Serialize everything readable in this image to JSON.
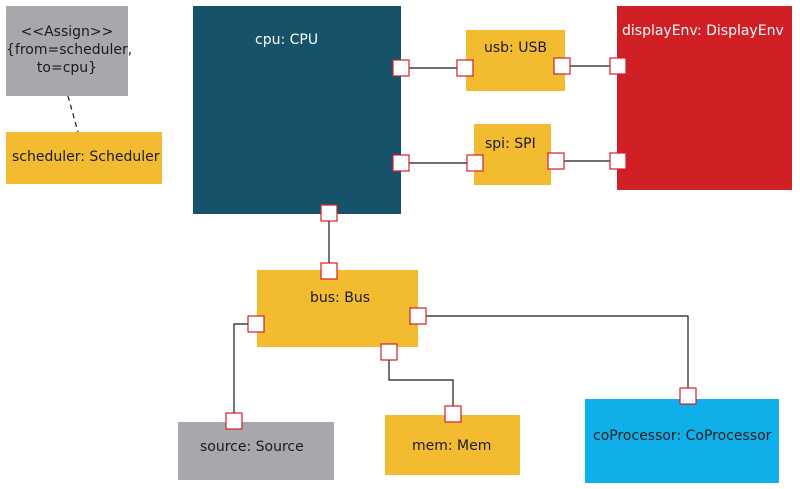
{
  "colors": {
    "yellow": "#f2bb30",
    "gray": "#a7a8ab",
    "teal": "#17526b",
    "red": "#d11f26",
    "blue": "#0fb0ea"
  },
  "note": {
    "line1": "<<Assign>>",
    "line2": "{from=scheduler,",
    "line3": "to=cpu}"
  },
  "blocks": {
    "scheduler": "scheduler: Scheduler",
    "cpu": "cpu: CPU",
    "usb": "usb: USB",
    "spi": "spi: SPI",
    "display": "displayEnv: DisplayEnv",
    "bus": "bus: Bus",
    "source": "source: Source",
    "mem": "mem: Mem",
    "coprocessor": "coProcessor: CoProcessor"
  }
}
